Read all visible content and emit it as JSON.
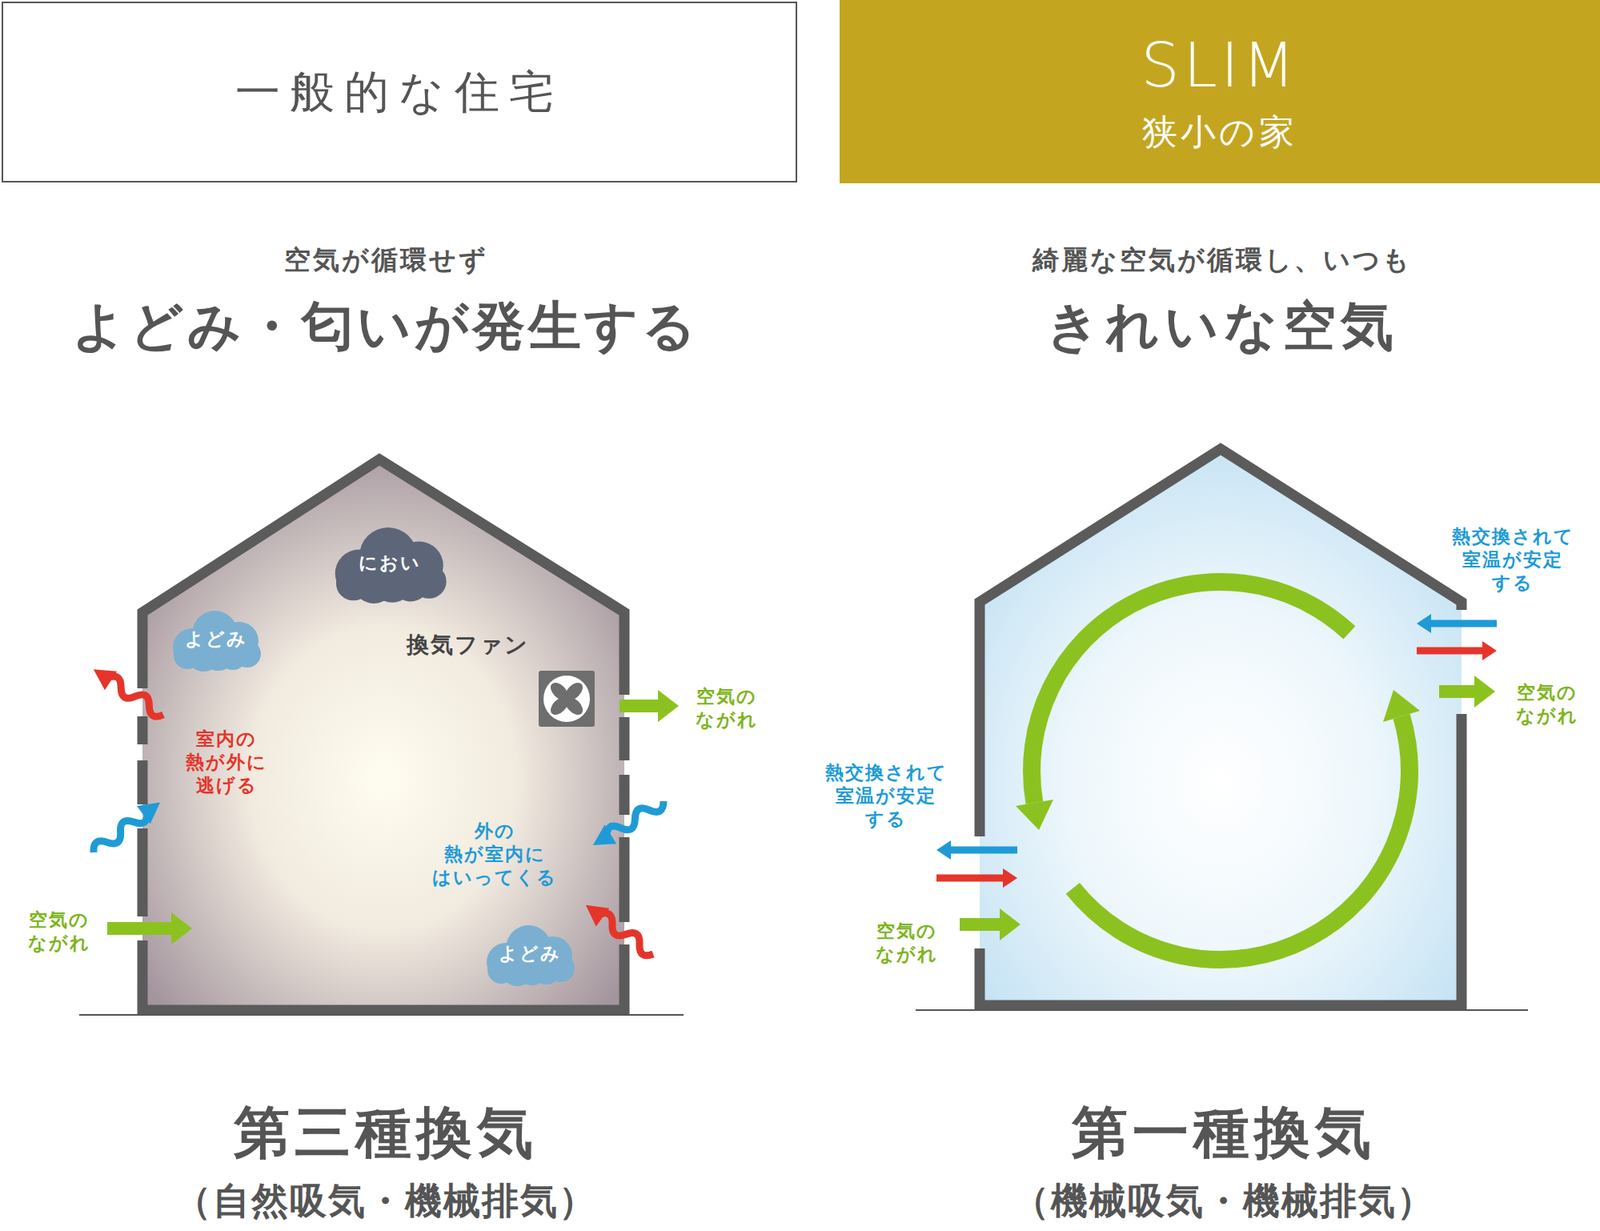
{
  "diagram": {
    "nodes": [
      {
        "text": [
          "一般的な住宅"
        ]
      },
      {
        "text": [
          "SLIM",
          "狭小の家"
        ]
      },
      {
        "text": [
          "におい"
        ]
      },
      {
        "text": [
          "よどみ"
        ]
      },
      {
        "text": [
          "よどみ"
        ]
      }
    ],
    "labels": [
      "空気が循環せず",
      "よどみ・匂いが発生する",
      "綺麗な空気が循環し、いつも",
      "きれいな空気",
      "換気ファン",
      "空気の ながれ",
      "室内の 熱が外に 逃げる",
      "外の 熱が室内に はいってくる",
      "空気の ながれ",
      "熱交換されて 室温が安定 する",
      "空気の ながれ",
      "熱交換されて 室温が安定 する",
      "空気の ながれ",
      "第三種換気",
      "（自然吸気・機械排気）",
      "第一種換気",
      "（機械吸気・機械排気）"
    ]
  }
}
